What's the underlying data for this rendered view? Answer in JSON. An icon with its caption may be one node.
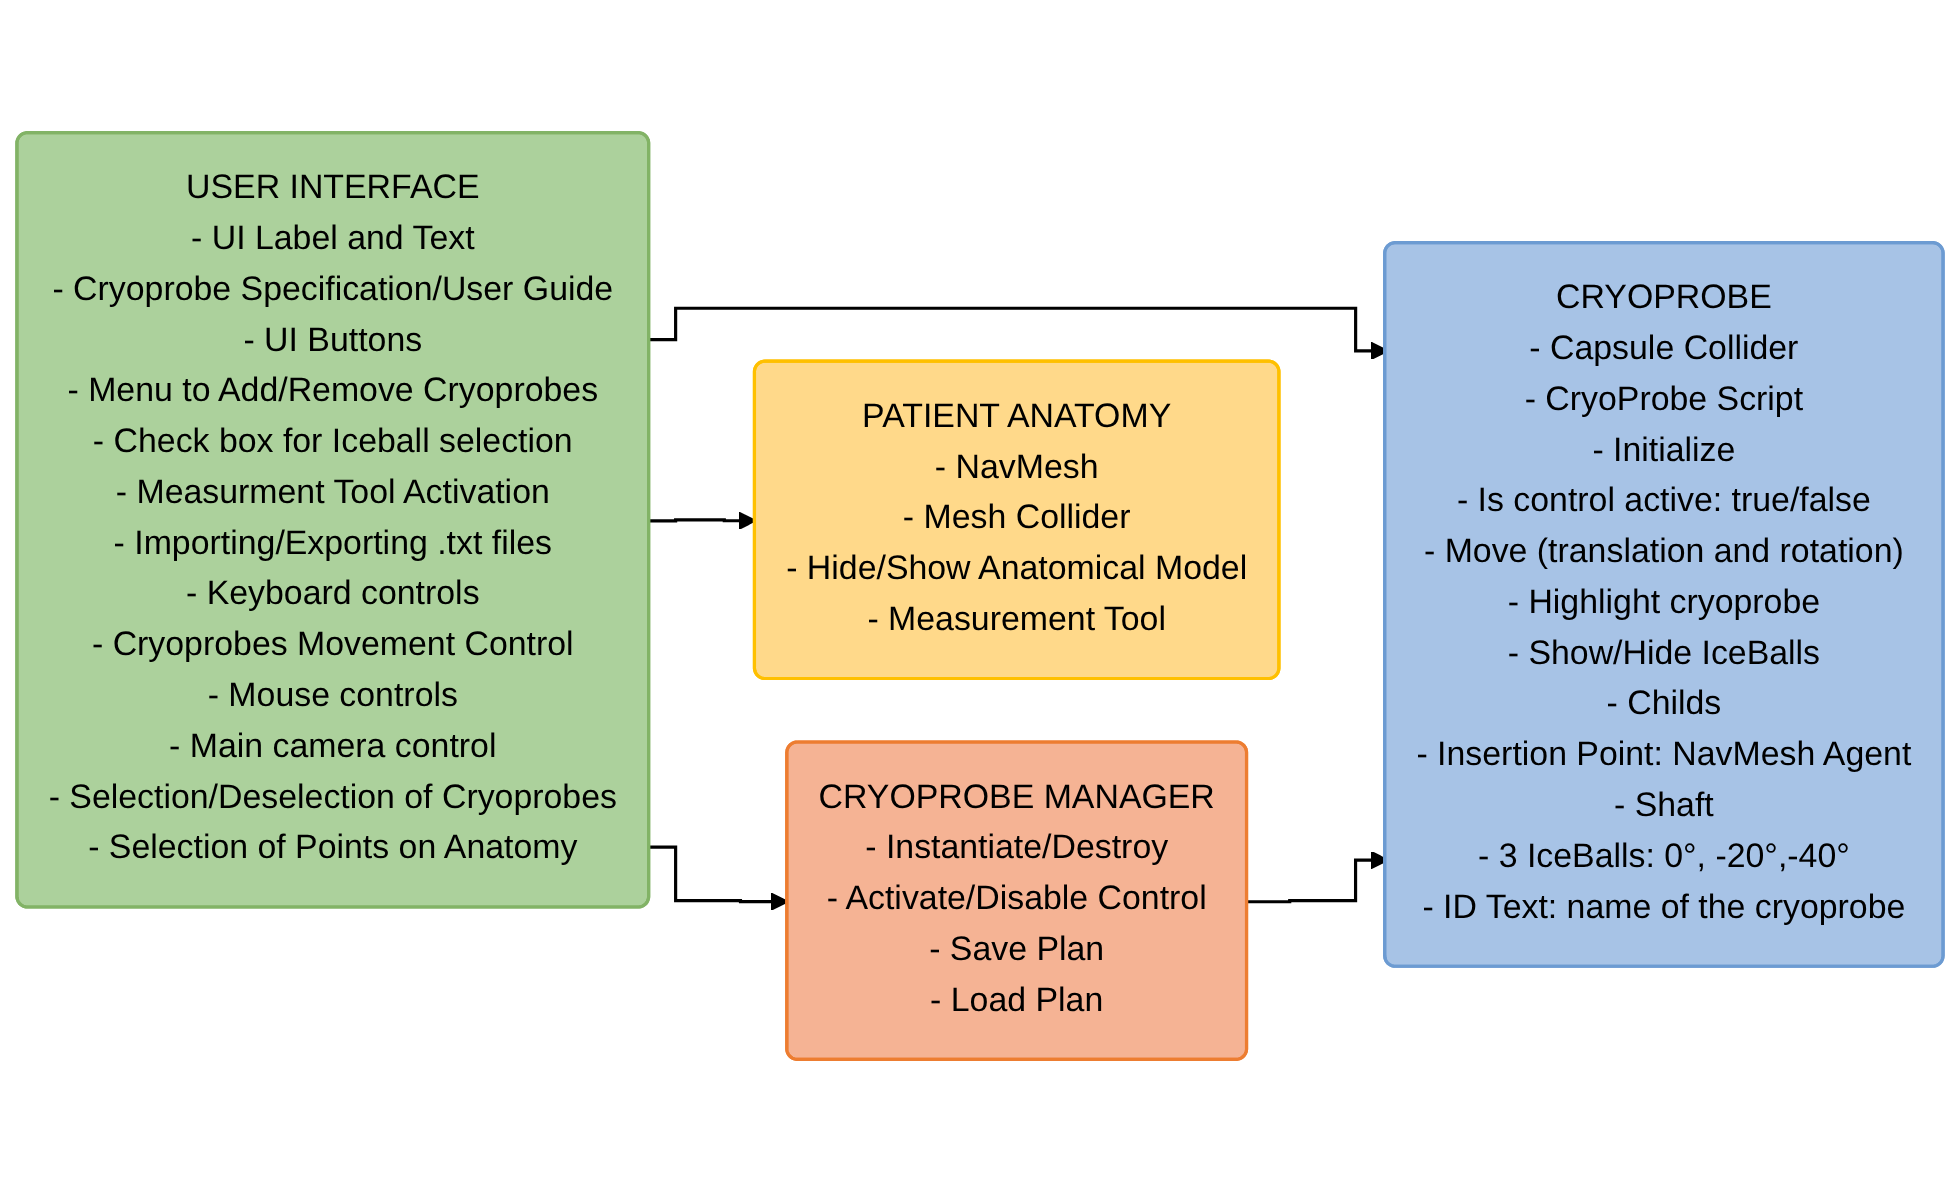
{
  "diagram": {
    "nodes": [
      {
        "text": [
          "USER INTERFACE",
          "- UI Label and Text",
          "- Cryoprobe Specification/User Guide",
          "- UI Buttons",
          "- Menu to Add/Remove Cryoprobes",
          "- Check box for Iceball selection",
          "- Measurment Tool Activation",
          "- Importing/Exporting .txt files",
          "- Keyboard controls",
          "- Cryoprobes Movement Control",
          "- Mouse controls",
          "- Main camera control",
          "- Selection/Deselection of Cryoprobes",
          "- Selection of Points on Anatomy"
        ]
      },
      {
        "text": [
          "CRYOPROBE MANAGER",
          "- Instantiate/Destroy",
          "- Activate/Disable Control",
          "- Save Plan",
          "- Load Plan"
        ]
      },
      {
        "text": [
          "CRYOPROBE",
          "- Capsule Collider",
          "- CryoProbe Script",
          "- Initialize",
          "- Is control active: true/false",
          "- Move (translation and rotation)",
          "- Highlight cryoprobe",
          "- Show/Hide IceBalls",
          "- Childs",
          "- Insertion Point: NavMesh Agent",
          "- Shaft",
          "- 3 IceBalls: 0°, -20°,-40°",
          "- ID Text: name of the cryoprobe"
        ]
      },
      {
        "text": [
          "PATIENT ANATOMY",
          "- NavMesh",
          "- Mesh Collider",
          "- Hide/Show Anatomical Model",
          "- Measurement Tool"
        ]
      }
    ],
    "edges": [
      {
        "from": 0,
        "to": 1,
        "arrow": "to"
      },
      {
        "from": 0,
        "to": 2,
        "arrow": "to"
      },
      {
        "from": 0,
        "to": 3,
        "arrow": "to"
      },
      {
        "from": 1,
        "to": 2,
        "arrow": "to"
      }
    ]
  }
}
